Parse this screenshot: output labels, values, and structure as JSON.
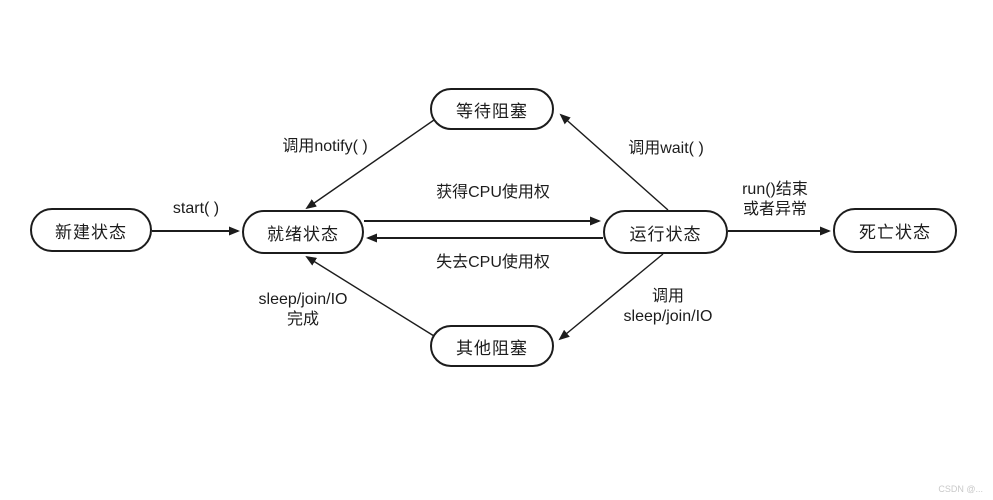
{
  "diagram_title": "java-thread-state-transition-diagram",
  "colors": {
    "background": "#ffffff",
    "stroke": "#1c1c1c",
    "node_fill": "#ffffff",
    "watermark": "#c9c9c9"
  },
  "nodes": {
    "new": "新建状态",
    "ready": "就绪状态",
    "waiting": "等待阻塞",
    "running": "运行状态",
    "dead": "死亡状态",
    "other": "其他阻塞"
  },
  "edge_labels": {
    "start": "start( )",
    "notify": "调用notify( )",
    "wait": "调用wait( )",
    "acquire_cpu": "获得CPU使用权",
    "lose_cpu": "失去CPU使用权",
    "run_end_1": "run()结束",
    "run_end_2": "或者异常",
    "io_done_1": "sleep/join/IO",
    "io_done_2": "完成",
    "call_io_1": "调用",
    "call_io_2": "sleep/join/IO"
  },
  "edges": [
    {
      "from": "新建状态",
      "to": "就绪状态",
      "label": "start( )"
    },
    {
      "from": "等待阻塞",
      "to": "就绪状态",
      "label": "调用notify( )"
    },
    {
      "from": "运行状态",
      "to": "等待阻塞",
      "label": "调用wait( )"
    },
    {
      "from": "就绪状态",
      "to": "运行状态",
      "label": "获得CPU使用权"
    },
    {
      "from": "运行状态",
      "to": "就绪状态",
      "label": "失去CPU使用权"
    },
    {
      "from": "运行状态",
      "to": "死亡状态",
      "label": "run()结束 或者异常"
    },
    {
      "from": "其他阻塞",
      "to": "就绪状态",
      "label": "sleep/join/IO 完成"
    },
    {
      "from": "运行状态",
      "to": "其他阻塞",
      "label": "调用 sleep/join/IO"
    }
  ],
  "watermark": "CSDN @..."
}
